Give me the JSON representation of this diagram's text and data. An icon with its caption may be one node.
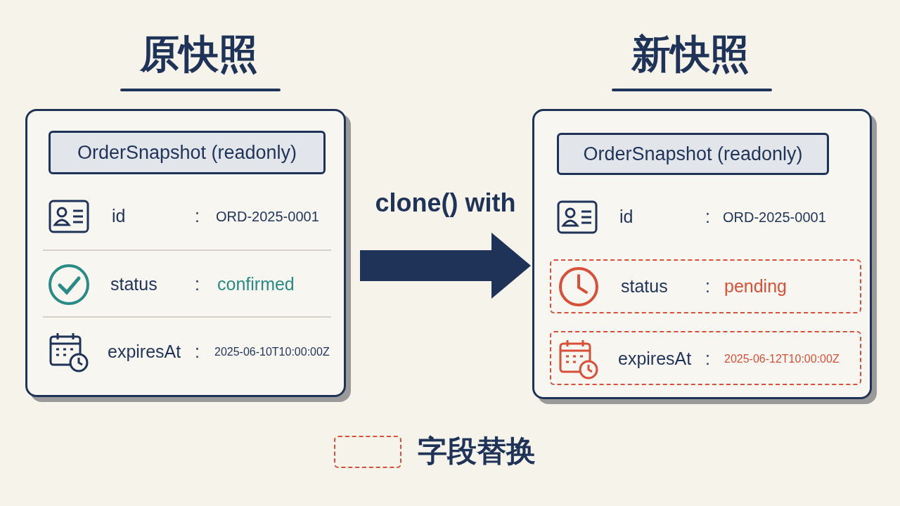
{
  "diagram": {
    "nodes": [
      {
        "text": [
          "原快照",
          "id",
          ":",
          "ORD-2025-0001",
          "status",
          ":",
          "confirmed",
          "expiresAt",
          ":",
          "2025-06-10T10:00:00Z"
        ]
      },
      {
        "text": [
          "OrderSnapshot (readonly)"
        ],
        "in": 0
      },
      {
        "text": [
          "新快照",
          "id",
          ":",
          "ORD-2025-0001"
        ]
      },
      {
        "text": [
          "OrderSnapshot (readonly)"
        ],
        "in": 2
      },
      {
        "text": [
          "status",
          ":",
          "pending"
        ],
        "in": 2
      },
      {
        "text": [
          "expiresAt",
          ":",
          "2025-06-12T10:00:00Z"
        ],
        "in": 2
      }
    ],
    "edges": [
      {
        "from": 0,
        "to": 2,
        "arrow": "to",
        "label": "clone() with"
      }
    ],
    "legend": [
      {
        "text": "字段替换"
      }
    ]
  }
}
